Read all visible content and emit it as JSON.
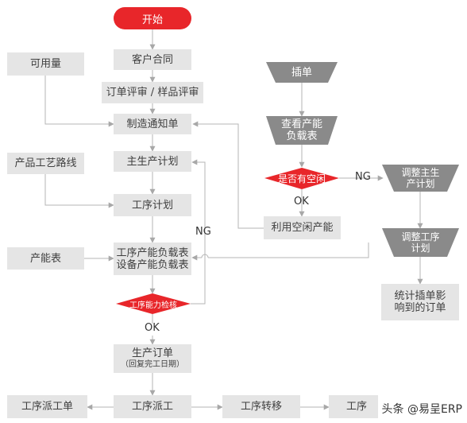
{
  "nodes": {
    "start": "开始",
    "customer_contract": "客户合同",
    "order_review": "订单评审 / 样品评审",
    "available_qty": "可用量",
    "manufacturing_notice": "制造通知单",
    "product_route": "产品工艺路线",
    "master_plan": "主生产计划",
    "process_plan": "工序计划",
    "capacity_table": "产能表",
    "load_table_line1": "工序产能负载表",
    "load_table_line2": "设备产能负载表",
    "capacity_check": "工序能力检核",
    "production_order_line1": "生产订单",
    "production_order_line2": "（回复完工日期）",
    "dispatch_sheet": "工序派工单",
    "dispatch": "工序派工",
    "transfer": "工序转移",
    "last_box": "工序",
    "insert_order": "插单",
    "view_load_line1": "查看产能",
    "view_load_line2": "负载表",
    "idle_check": "是否有空闲",
    "use_idle": "利用空闲产能",
    "adjust_master_line1": "调整主生",
    "adjust_master_line2": "产计划",
    "adjust_process_line1": "调整工序",
    "adjust_process_line2": "计划",
    "stats_line1": "统计插单影",
    "stats_line2": "响到的订单"
  },
  "labels": {
    "ng_left": "NG",
    "ok_left": "OK",
    "ng_right": "NG",
    "ok_right": "OK"
  },
  "watermark": "头条 @易呈ERP",
  "colors": {
    "accent_red": "#e8262a",
    "trap_gray": "#8a8a8a",
    "box_gray": "#e5e5e5",
    "line_gray": "#b5b5b5"
  }
}
